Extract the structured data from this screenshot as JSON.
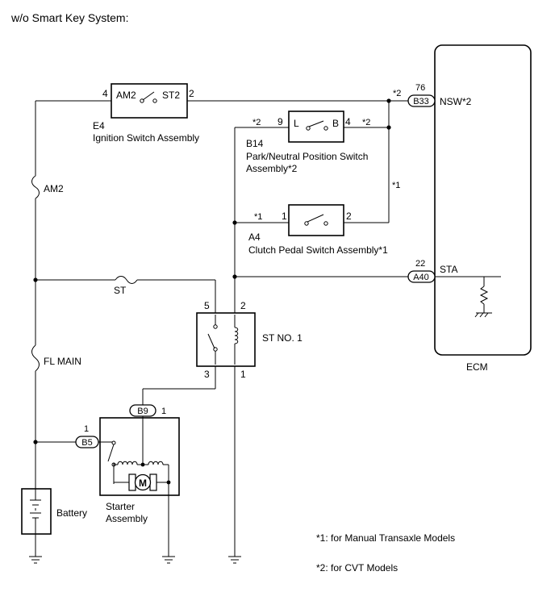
{
  "title": "w/o Smart Key System:",
  "ignition_switch": {
    "code": "E4",
    "name": "Ignition Switch Assembly",
    "pin_left": "4",
    "pin_right": "2",
    "label_left": "AM2",
    "label_right": "ST2"
  },
  "park_neutral_switch": {
    "code": "B14",
    "name_line1": "Park/Neutral Position Switch",
    "name_line2": "Assembly*2",
    "pin_left": "9",
    "pin_right": "4",
    "label_left": "L",
    "label_right": "B",
    "note_left": "*2",
    "note_right": "*2"
  },
  "clutch_switch": {
    "code": "A4",
    "name": "Clutch Pedal Switch Assembly*1",
    "pin_left": "1",
    "pin_right": "2",
    "note_left": "*1"
  },
  "ecm": {
    "name": "ECM",
    "nsw_pin": "76",
    "nsw_connector": "B33",
    "nsw_label": "NSW*2",
    "nsw_note": "*2",
    "sta_pin": "22",
    "sta_connector": "A40",
    "sta_label": "STA"
  },
  "vertical_note": "*1",
  "fuses": {
    "am2": "AM2",
    "st": "ST",
    "fl_main": "FL MAIN"
  },
  "relay": {
    "name": "ST NO. 1",
    "pin_top_left": "5",
    "pin_top_right": "2",
    "pin_bottom_left": "3",
    "pin_bottom_right": "1"
  },
  "starter": {
    "name_line1": "Starter",
    "name_line2": "Assembly",
    "b9_connector": "B9",
    "b9_pin": "1",
    "b5_connector": "B5",
    "b5_pin": "1",
    "motor_symbol": "M"
  },
  "battery": {
    "name": "Battery"
  },
  "notes": [
    "*1: for Manual Transaxle Models",
    "*2: for CVT Models"
  ]
}
